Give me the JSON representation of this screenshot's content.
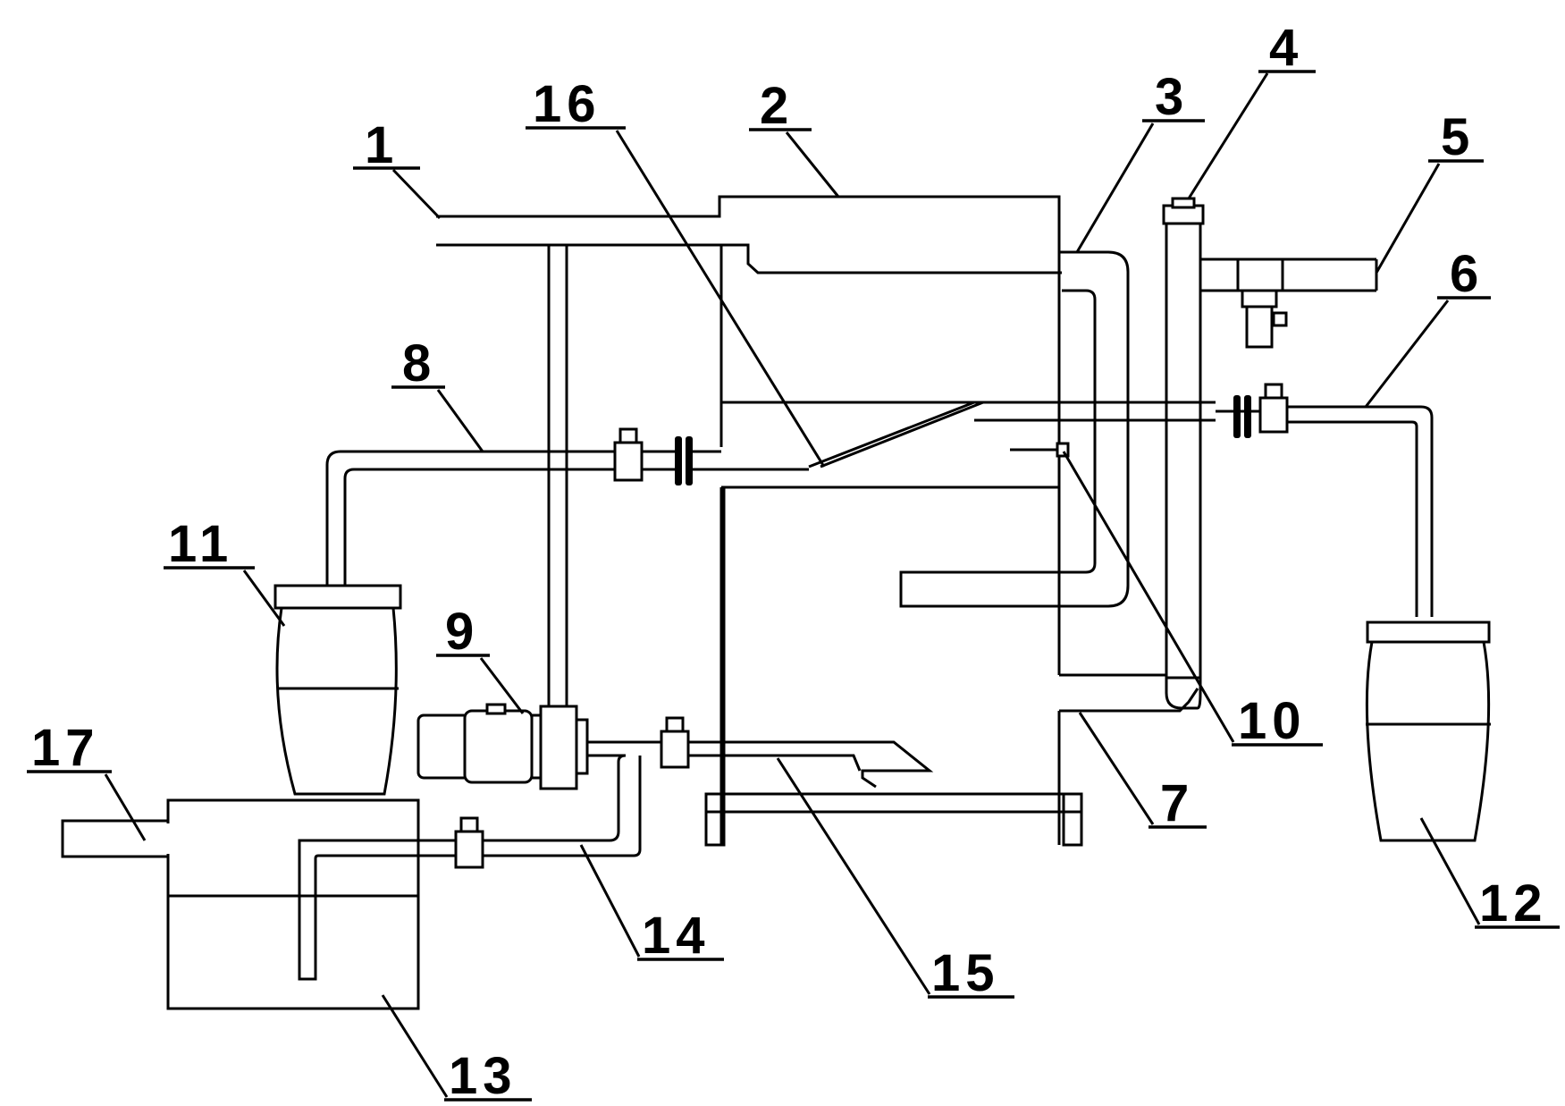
{
  "labels": {
    "n1": "1",
    "n2": "2",
    "n3": "3",
    "n4": "4",
    "n5": "5",
    "n6": "6",
    "n7": "7",
    "n8": "8",
    "n9": "9",
    "n10": "10",
    "n11": "11",
    "n12": "12",
    "n13": "13",
    "n14": "14",
    "n15": "15",
    "n16": "16",
    "n17": "17"
  },
  "colors": {
    "line": "#000000",
    "background": "#ffffff"
  }
}
